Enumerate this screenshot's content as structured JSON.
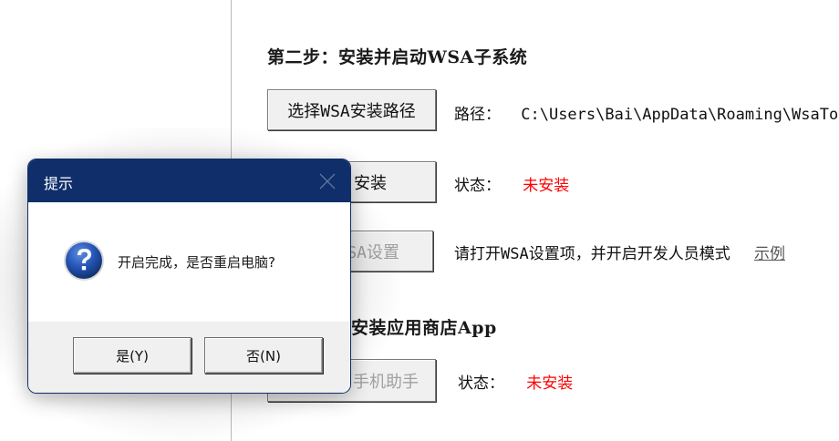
{
  "main": {
    "step2": {
      "heading": "第二步：安装并启动WSA子系统",
      "select_path_button": "选择WSA安装路径",
      "path_label": "路径：",
      "path_value": "C:\\Users\\Bai\\AppData\\Roaming\\WsaTo",
      "install_button_visible": "安装",
      "install_status_label": "状态：",
      "install_status_value": "未安装",
      "settings_button_visible": "SA设置",
      "settings_hint": "请打开WSA设置项，并开启开发人员模式",
      "example_link": "示例"
    },
    "step3": {
      "heading_visible": "安装应用商店App",
      "assistant_button_visible": "手机助手",
      "status_label": "状态：",
      "status_value": "未安装"
    }
  },
  "dialog": {
    "title": "提示",
    "close_icon": "close-icon",
    "icon": "question-icon",
    "message": "开启完成，是否重启电脑?",
    "yes_button": "是(Y)",
    "no_button": "否(N)"
  },
  "colors": {
    "dialog_titlebar": "#0f2e6a",
    "status_red": "#ff0000",
    "button_face": "#f0f0f0"
  }
}
